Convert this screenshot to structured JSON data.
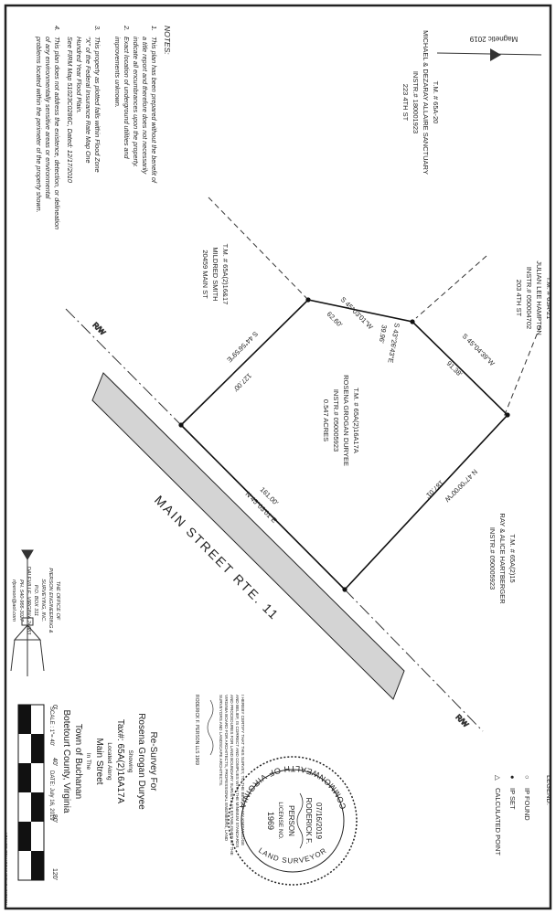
{
  "magnetic": "Magnetic 2019",
  "notes": {
    "title": "NOTES:",
    "items": [
      {
        "num": "1.",
        "lines": [
          "This plan has been prepared without the benefit of",
          "a title report and therefore does not necessarily",
          "indicate all encumbrances upon the property."
        ]
      },
      {
        "num": "2.",
        "lines": [
          "Exact location of underground utilities and",
          "improvements unknown."
        ]
      },
      {
        "num": "3.",
        "lines": [
          "This property as plotted falls within Flood Zone",
          "\"X\" of the Federal Insurance Rate Map One",
          "Hundred Year Flood Plain.",
          "See FIRM Map 51023C0286C, Dated: 12/17/2010"
        ]
      },
      {
        "num": "4.",
        "lines": [
          "This plan does not address the existence, detection, or delineation",
          "of any environmentally sensitive areas or environmental",
          "problems located within the perimeter of the property shown."
        ]
      }
    ]
  },
  "parcels": {
    "tm65a20": [
      "T.M. # 65A-20",
      "MICHAEL & DEZARAY ALLAIRE SANCTUARY",
      "INSTR.# 180001923",
      "223 4TH ST"
    ],
    "tm65a21": [
      "T.M. # 65A-21",
      "JULIAN LEE HAMPTON",
      "INSTR.# 050004702",
      "203 4TH ST"
    ],
    "tm65a2_16a17": [
      "T.M. # 65A(2)16&17",
      "MILDRED SMITH",
      "20459 MAIN ST"
    ],
    "tm65a2_15": [
      "T.M. # 65A(2)15",
      "RAY & ALICE HARTBERGER",
      "INSTR.# 050005923"
    ],
    "subject": [
      "T.M. # 65A(2)16A17A",
      "ROSENA GROGAN DURYEE",
      "INSTR.# 050005923",
      "0.547 ACRES"
    ]
  },
  "bearings": {
    "b_top_right": "S 45°04'39\"W",
    "d_top_right": "91.38'",
    "b_notch_1": "S 43°26'43\"E",
    "d_notch_1": "39.96'",
    "b_notch_2": "S 45°03'01\"W",
    "d_notch_2": "62.60'",
    "b_left": "S 44°56'59\"E",
    "d_left": "127.00'",
    "b_right": "N 47°00'00\"W",
    "d_right": "187.01'",
    "b_front": "N 45°03'01\"E",
    "d_front": "161.00'"
  },
  "street": {
    "name": "MAIN STREET RTE. 11",
    "rw_left": "R/W",
    "rw_right": "R/W"
  },
  "legend": {
    "title": "LEGEND:",
    "items": [
      {
        "symbol": "○",
        "label": "IP FOUND"
      },
      {
        "symbol": "●",
        "label": "IP SET"
      },
      {
        "symbol": "△",
        "label": "CALCULATED POINT"
      }
    ]
  },
  "seal": {
    "ring": "COMMONWEALTH OF VIRGINIA",
    "bottom": "LAND SURVEYOR",
    "date": "07/16/2019",
    "name1": "RODERICK F.",
    "name2": "PERSON",
    "license_label": "LICENSE NO.",
    "license_no": "1969"
  },
  "cert": {
    "lines": [
      "I HEREBY CERTIFY THAT THIS SURVEY, TO THE BEST OF MY KNOWLEDGE",
      "AND BELIEF, IS CORRECT AND COMPLIES WITH THE MINIMUM STANDARDS",
      "AND PROCEDURES FOR LAND BOUNDARY SURVEYS AS ESTABLISHED BY THE",
      "VIRGINIA BOARD FOR ARCHITECTS, PROFESSIONAL ENGINEERS, LAND",
      "SURVEYORS AND LANDSCAPE ARCHITECTS."
    ],
    "signer": "RODERICK F. PERSON LLS 1969"
  },
  "title_block": {
    "lines": [
      "Re-Survey For",
      "Rosena Grogan Duryee",
      "Showing",
      "Tax#: 65A(2)16A17A",
      "Located Along",
      "Main Street",
      "In The",
      "Town of Buchanan",
      "Botetourt County, Virginia"
    ],
    "scale": "SCALE : 1\"= 40'",
    "date": "DATE: July 16, 2019",
    "ticks": [
      "0'",
      "40'",
      "80'",
      "120'"
    ]
  },
  "firm": {
    "lines": [
      "THE OFFICE OF",
      "PIERSON ENGINEERING &",
      "SURVEYING, INC.",
      "P.O. BOX 311",
      "DALEVILLE, VIRGINIA 24083",
      "PH. 540-966-3027",
      "rfperson@aol.com"
    ]
  },
  "file_ref": "ROSENA GROGAN DURYEE SURVEY"
}
